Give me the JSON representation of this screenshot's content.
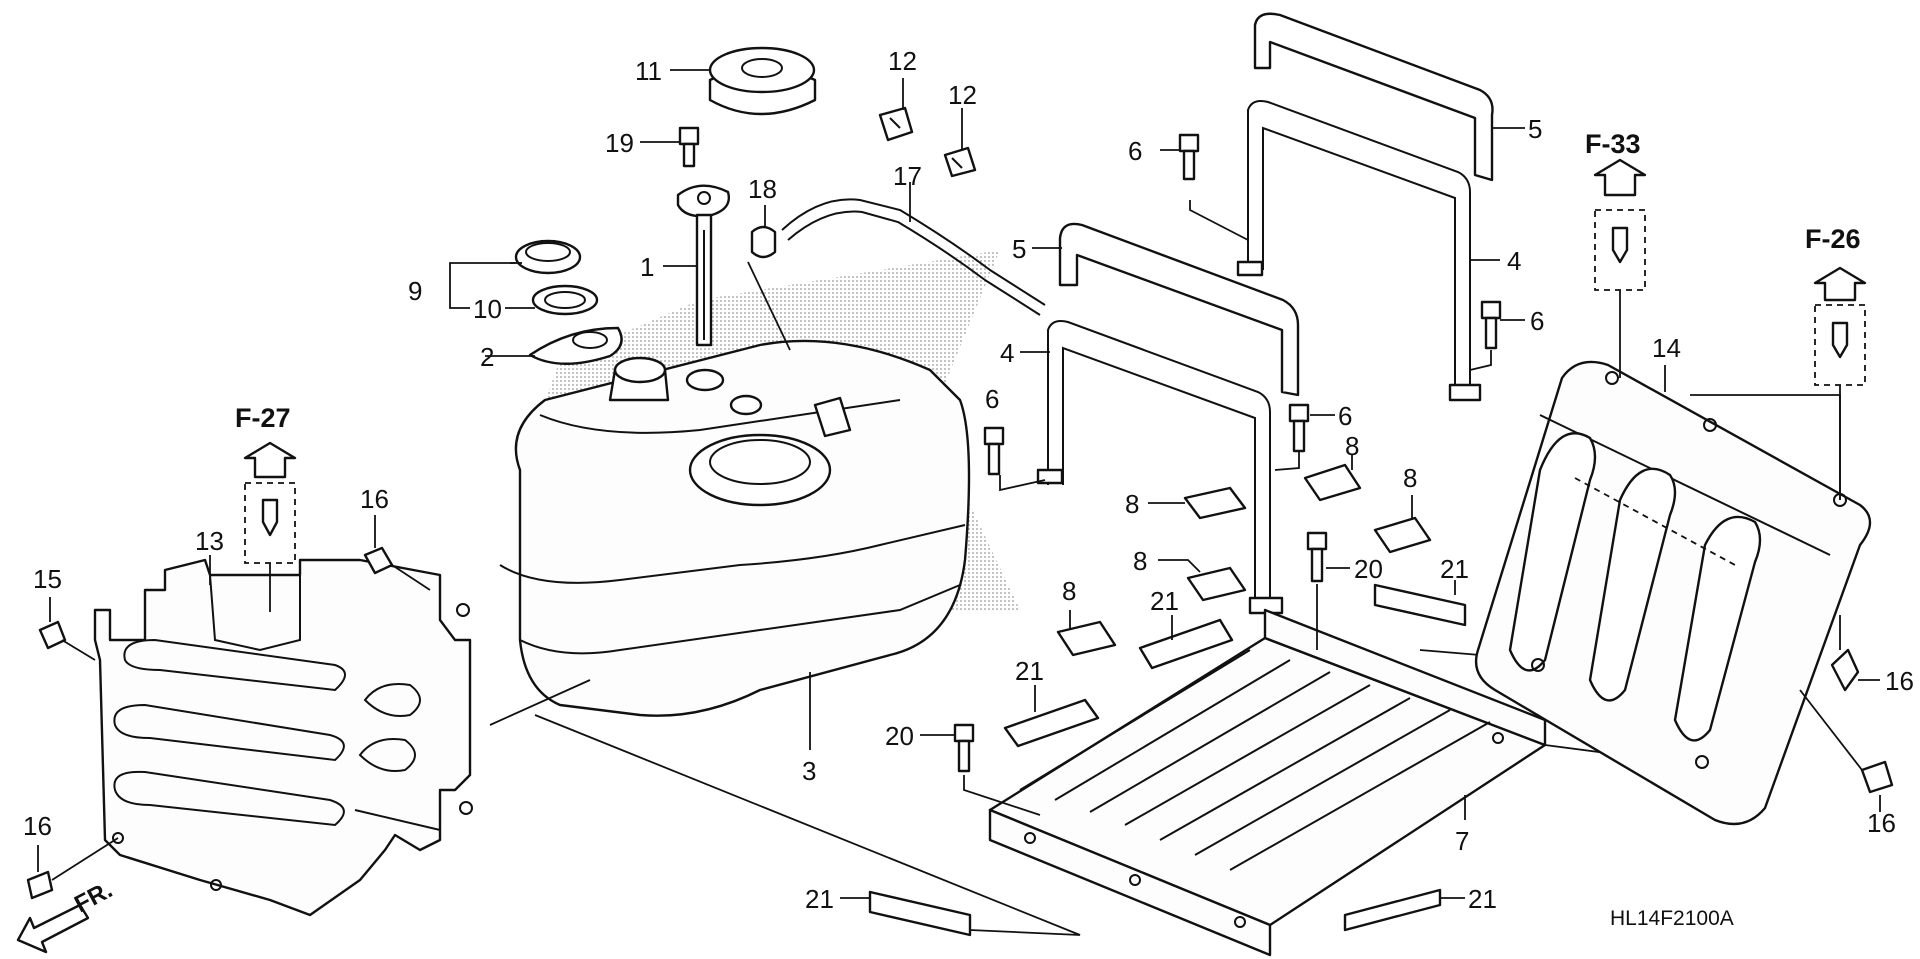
{
  "diagram_code": "HL14F2100A",
  "front_marker": "FR.",
  "references": [
    {
      "id": "ref-f27",
      "label": "F-27"
    },
    {
      "id": "ref-f33",
      "label": "F-33"
    },
    {
      "id": "ref-f26",
      "label": "F-26"
    }
  ],
  "callouts": [
    {
      "id": "c11",
      "number": "11"
    },
    {
      "id": "c12a",
      "number": "12"
    },
    {
      "id": "c12b",
      "number": "12"
    },
    {
      "id": "c19",
      "number": "19"
    },
    {
      "id": "c18",
      "number": "18"
    },
    {
      "id": "c17",
      "number": "17"
    },
    {
      "id": "c1",
      "number": "1"
    },
    {
      "id": "c9",
      "number": "9"
    },
    {
      "id": "c10",
      "number": "10"
    },
    {
      "id": "c2",
      "number": "2"
    },
    {
      "id": "c5a",
      "number": "5"
    },
    {
      "id": "c5b",
      "number": "5"
    },
    {
      "id": "c4a",
      "number": "4"
    },
    {
      "id": "c4b",
      "number": "4"
    },
    {
      "id": "c6a",
      "number": "6"
    },
    {
      "id": "c6b",
      "number": "6"
    },
    {
      "id": "c6c",
      "number": "6"
    },
    {
      "id": "c6d",
      "number": "6"
    },
    {
      "id": "c8a",
      "number": "8"
    },
    {
      "id": "c8b",
      "number": "8"
    },
    {
      "id": "c8c",
      "number": "8"
    },
    {
      "id": "c8d",
      "number": "8"
    },
    {
      "id": "c8e",
      "number": "8"
    },
    {
      "id": "c20a",
      "number": "20"
    },
    {
      "id": "c20b",
      "number": "20"
    },
    {
      "id": "c21a",
      "number": "21"
    },
    {
      "id": "c21b",
      "number": "21"
    },
    {
      "id": "c21c",
      "number": "21"
    },
    {
      "id": "c21d",
      "number": "21"
    },
    {
      "id": "c21e",
      "number": "21"
    },
    {
      "id": "c14",
      "number": "14"
    },
    {
      "id": "c16a",
      "number": "16"
    },
    {
      "id": "c16b",
      "number": "16"
    },
    {
      "id": "c16c",
      "number": "16"
    },
    {
      "id": "c16d",
      "number": "16"
    },
    {
      "id": "c15",
      "number": "15"
    },
    {
      "id": "c13",
      "number": "13"
    },
    {
      "id": "c3",
      "number": "3"
    },
    {
      "id": "c7",
      "number": "7"
    }
  ]
}
